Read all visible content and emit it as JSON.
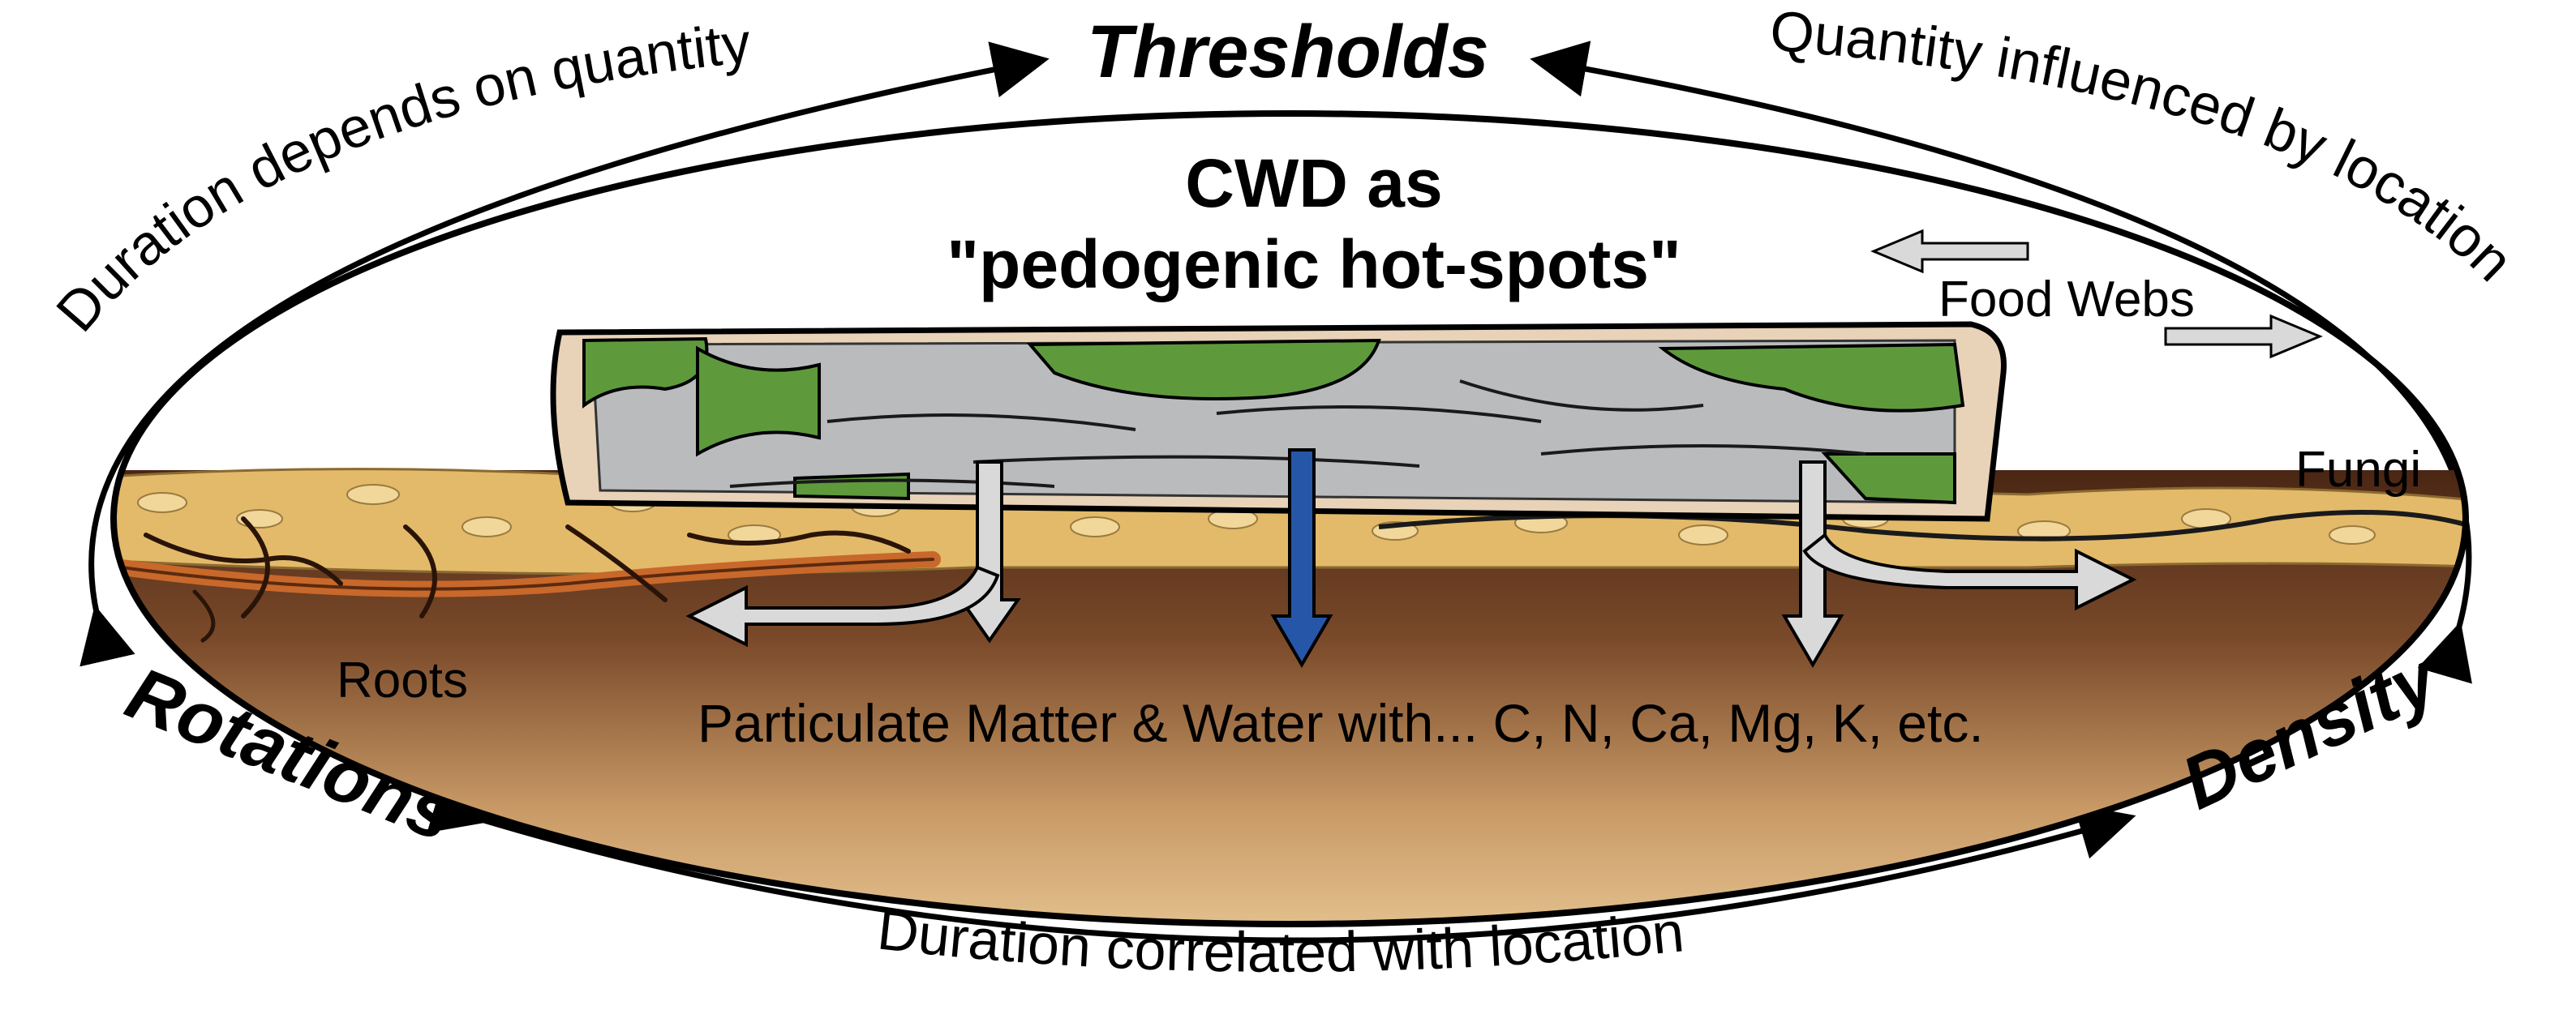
{
  "corners": {
    "top": "Thresholds",
    "left": "Rotations",
    "right": "Density"
  },
  "arcs": {
    "top_left": "Duration depends on quantity",
    "top_right": "Quantity influenced by location",
    "bottom": "Duration correlated with location"
  },
  "title": {
    "line1": "CWD as",
    "line2": "\"pedogenic hot-spots\""
  },
  "labels": {
    "food_webs": "Food Webs",
    "fungi": "Fungi",
    "roots": "Roots",
    "particulate": "Particulate Matter & Water with... C, N, Ca, Mg, K, etc."
  },
  "colors": {
    "moss": "#5e9a3c",
    "log_gray": "#b9bbbd",
    "bark": "#e8d2b8",
    "litter": "#e3ba6a",
    "soil_dark": "#4a2614",
    "soil_light": "#e8c996",
    "root_orange": "#c8682a",
    "flow_blue": "#2656a8",
    "flow_gray": "#d9d9d9"
  }
}
